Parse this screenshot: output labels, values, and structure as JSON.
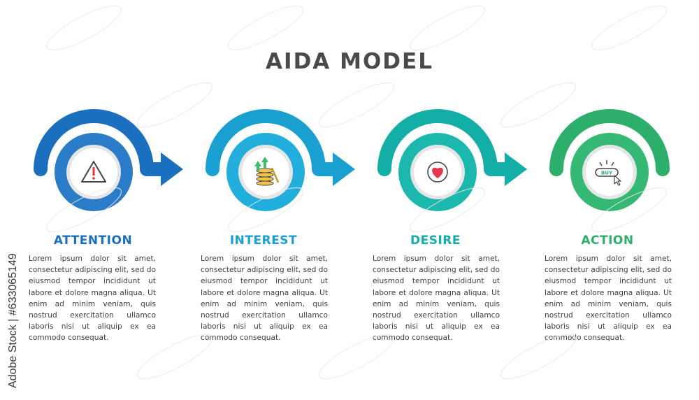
{
  "diagram": {
    "title": "AIDA MODEL",
    "steps": [
      {
        "heading": "ATTENTION",
        "icon": "warning-triangle-icon",
        "color": "#1B6FBF",
        "color_light": "#2A8BD6",
        "body": "Lorem ipsum dolor sit amet, consectetur adipiscing elit, sed do eiusmod tempor incididunt ut labore et dolore magna aliqua. Ut enim ad minim veniam, quis nostrud exercitation ullamco laboris nisi ut aliquip ex ea commodo consequat."
      },
      {
        "heading": "INTEREST",
        "icon": "coins-growth-icon",
        "color": "#1A9FD1",
        "color_light": "#2DB4E0",
        "body": "Lorem ipsum dolor sit amet, consectetur adipiscing elit, sed do eiusmod tempor incididunt ut labore et dolore magna aliqua. Ut enim ad minim veniam, quis nostrud exercitation ullamco laboris nisi ut aliquip ex ea commodo consequat."
      },
      {
        "heading": "DESIRE",
        "icon": "heart-icon",
        "color": "#13AEA6",
        "color_light": "#20C1B6",
        "body": "Lorem ipsum dolor sit amet, consectetur adipiscing elit, sed do eiusmod tempor incididunt ut labore et dolore magna aliqua. Ut enim ad minim veniam, quis nostrud exercitation ullamco laboris nisi ut aliquip ex ea commodo consequat."
      },
      {
        "heading": "ACTION",
        "icon": "buy-button-click-icon",
        "icon_text": "BUY",
        "color": "#2DAE6A",
        "color_light": "#3CC07A",
        "body": "Lorem ipsum dolor sit amet, consectetur adipiscing elit, sed do eiusmod tempor incididunt ut labore et dolore magna aliqua. Ut enim ad minim veniam, quis nostrud exercitation ullamco laboris nisi ut aliquip ex ea commodo consequat."
      }
    ]
  },
  "stamp": {
    "text": "Adobe Stock | #633065149"
  }
}
